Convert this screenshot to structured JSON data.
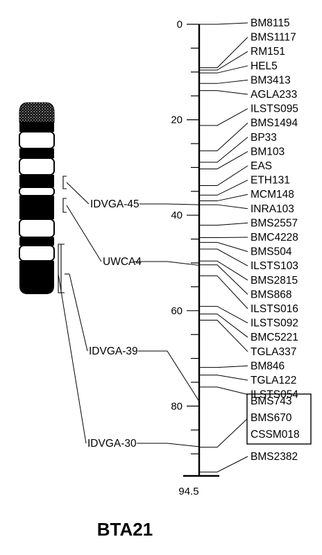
{
  "title": "BTA21",
  "axis": {
    "ticks": [
      "0",
      "20",
      "40",
      "60",
      "80"
    ],
    "end_label": "94.5",
    "range": [
      0,
      94.5
    ],
    "unit_label": ""
  },
  "markers": [
    {
      "name": "BM8115",
      "pos": 0.0
    },
    {
      "name": "BMS1117",
      "pos": 9.1
    },
    {
      "name": "RM151",
      "pos": 9.6
    },
    {
      "name": "HEL5",
      "pos": 10.2
    },
    {
      "name": "BM3413",
      "pos": 12.4
    },
    {
      "name": "AGLA233",
      "pos": 13.9
    },
    {
      "name": "ILSTS095",
      "pos": 21.2
    },
    {
      "name": "BMS1494",
      "pos": 26.5
    },
    {
      "name": "BP33",
      "pos": 28.9
    },
    {
      "name": "BM103",
      "pos": 30.3
    },
    {
      "name": "EAS",
      "pos": 33.8
    },
    {
      "name": "ETH131",
      "pos": 35.8
    },
    {
      "name": "MCM148",
      "pos": 37.0
    },
    {
      "name": "INRA103",
      "pos": 37.8
    },
    {
      "name": "BMS2557",
      "pos": 42.1
    },
    {
      "name": "BMC4228",
      "pos": 44.7
    },
    {
      "name": "BMS504",
      "pos": 45.7
    },
    {
      "name": "ILSTS103",
      "pos": 47.1
    },
    {
      "name": "BMS2815",
      "pos": 49.6
    },
    {
      "name": "BMS868",
      "pos": 50.4
    },
    {
      "name": "ILSTS016",
      "pos": 52.7
    },
    {
      "name": "ILSTS092",
      "pos": 59.1
    },
    {
      "name": "BMC5221",
      "pos": 60.7
    },
    {
      "name": "TGLA337",
      "pos": 62.0
    },
    {
      "name": "BM846",
      "pos": 71.9
    },
    {
      "name": "TGLA122",
      "pos": 73.5
    },
    {
      "name": "ILSTS054",
      "pos": 76.0
    },
    {
      "name": "BMS743",
      "pos": 88.6,
      "boxed": true
    },
    {
      "name": "BMS670",
      "pos": 88.6,
      "boxed": true
    },
    {
      "name": "CSSM018",
      "pos": 88.6,
      "boxed": true
    },
    {
      "name": "BMS2382",
      "pos": 93.8
    }
  ],
  "cytogenetic_markers": [
    {
      "name": "IDVGA-45",
      "pos": 37.8
    },
    {
      "name": "UWCA4",
      "pos": 50.5
    },
    {
      "name": "IDVGA-39",
      "pos": 79.0
    },
    {
      "name": "IDVGA-30",
      "pos": 88.5
    }
  ],
  "colors": {
    "ink": "#000000",
    "background": "#ffffff"
  }
}
